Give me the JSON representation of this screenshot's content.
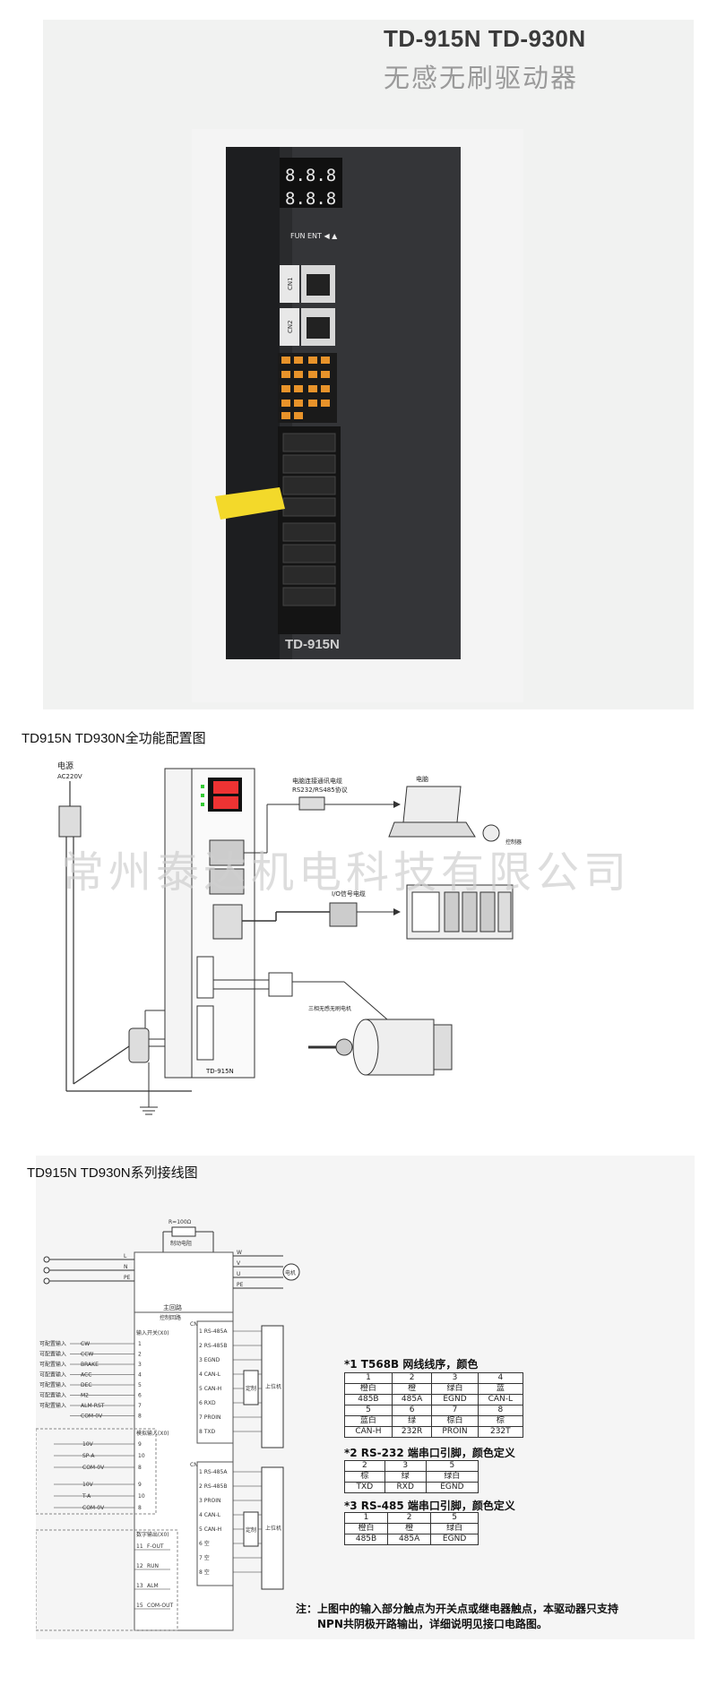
{
  "product": {
    "title": "TD-915N TD-930N",
    "subtitle": "无感无刷驱动器",
    "photo_model_label": "TD-915N",
    "display_digits": "8.8.8",
    "button_labels": "FUN ENT ◀ ▲",
    "port1": "CN1",
    "port2": "CN2"
  },
  "config": {
    "title": "TD915N  TD930N全功能配置图",
    "watermark": "常州泰达机电科技有限公司",
    "power_label": "电源",
    "power_voltage": "AC220V",
    "pc_cable_label": "电脑连接通讯电缆",
    "pc_cable_protocol": "RS232/RS485协议",
    "pc_label": "电脑",
    "io_cable_label": "I/O信号电缆",
    "controller_label": "控制器",
    "motor_label": "三相无感无刷电机",
    "device_label": "TD-915N"
  },
  "wiring": {
    "title": "TD915N  TD930N系列接线图",
    "brake_resistor": "R=100Ω",
    "brake_label": "制动电阻",
    "motor": "电机",
    "main_circuit": "主回路",
    "control_circuit": "控制回路",
    "power_terms": [
      "L",
      "N",
      "PE"
    ],
    "motor_terms": [
      "W",
      "V",
      "U",
      "PE"
    ],
    "input_section": "输入开关(X0)",
    "inputs": [
      {
        "label": "可配置输入",
        "signal": "CW",
        "pin": "1"
      },
      {
        "label": "可配置输入",
        "signal": "CCW",
        "pin": "2"
      },
      {
        "label": "可配置输入",
        "signal": "BRAKE",
        "pin": "3"
      },
      {
        "label": "可配置输入",
        "signal": "ACC",
        "pin": "4"
      },
      {
        "label": "可配置输入",
        "signal": "DEC",
        "pin": "5"
      },
      {
        "label": "可配置输入",
        "signal": "M2",
        "pin": "6"
      },
      {
        "label": "可配置输入",
        "signal": "ALM-RST",
        "pin": "7"
      },
      {
        "label": "",
        "signal": "COM-0V",
        "pin": "8"
      }
    ],
    "analog_section": "模拟输入(X0)",
    "analog_in": [
      {
        "signal": "10V",
        "pin": "9"
      },
      {
        "signal": "SP-A",
        "pin": "10"
      },
      {
        "signal": "COM-0V",
        "pin": "8"
      },
      {
        "signal": "10V",
        "pin": "9"
      },
      {
        "signal": "T-A",
        "pin": "10"
      },
      {
        "signal": "COM-0V",
        "pin": "8"
      }
    ],
    "digital_out_section": "数字输出(X0)",
    "digital_out": [
      {
        "signal": "F-OUT",
        "pin": "11"
      },
      {
        "signal": "RUN",
        "pin": "12"
      },
      {
        "signal": "ALM",
        "pin": "13"
      },
      {
        "signal": "COM-OUT",
        "pin": "15"
      }
    ],
    "cn1_label": "CN1",
    "cn1_pins": [
      "1 RS-485A",
      "2 RS-485B",
      "3 EGND",
      "4 CAN-L",
      "5 CAN-H",
      "6 RXD",
      "7 PROIN",
      "8 TXD"
    ],
    "cn2_label": "CN2",
    "cn2_pins": [
      "1 RS-485A",
      "2 RS-485B",
      "3 PROIN",
      "4 CAN-L",
      "5 CAN-H",
      "6 空",
      "7 空",
      "8 空"
    ],
    "custom_label": "定制",
    "host_label": "上位机",
    "t568b_caption": "*1 T568B 网线线序，颜色",
    "t568b_rows": [
      [
        "1",
        "2",
        "3",
        "4"
      ],
      [
        "橙白",
        "橙",
        "绿白",
        "蓝"
      ],
      [
        "485B",
        "485A",
        "EGND",
        "CAN-L"
      ],
      [
        "5",
        "6",
        "7",
        "8"
      ],
      [
        "蓝白",
        "绿",
        "棕白",
        "棕"
      ],
      [
        "CAN-H",
        "232R",
        "PROIN",
        "232T"
      ]
    ],
    "rs232_caption": "*2 RS-232 端串口引脚，颜色定义",
    "rs232_rows": [
      [
        "2",
        "3",
        "5"
      ],
      [
        "棕",
        "绿",
        "绿白"
      ],
      [
        "TXD",
        "RXD",
        "EGND"
      ]
    ],
    "rs485_caption": "*3 RS-485 端串口引脚，颜色定义",
    "rs485_rows": [
      [
        "1",
        "2",
        "5"
      ],
      [
        "橙白",
        "橙",
        "绿白"
      ],
      [
        "485B",
        "485A",
        "EGND"
      ]
    ],
    "note_line1": "注：上图中的输入部分触点为开关点或继电器触点，本驱动器只支持",
    "note_line2": "NPN共阴极开路输出，详细说明见接口电路图。"
  }
}
